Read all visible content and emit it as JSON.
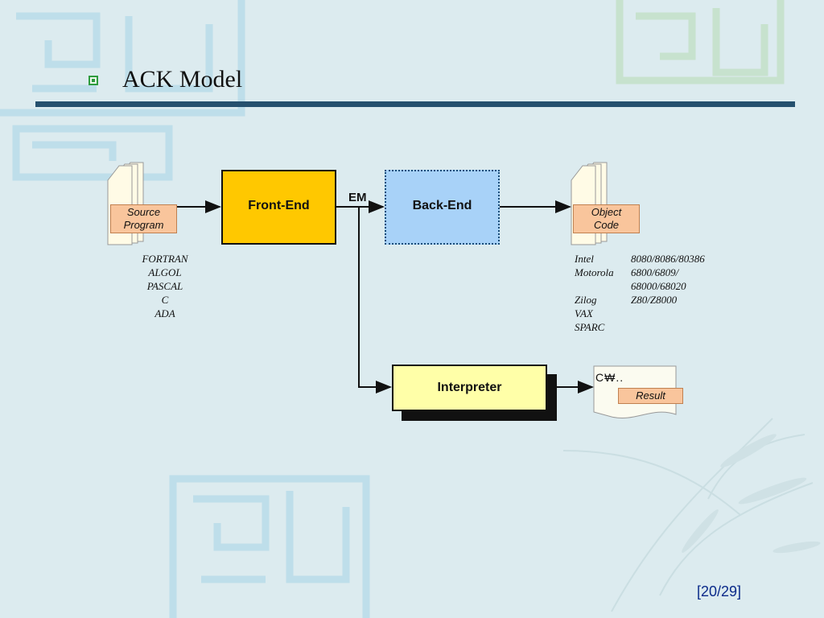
{
  "slide": {
    "title": "ACK Model",
    "page": "[20/29]"
  },
  "boxes": {
    "front_end": "Front-End",
    "back_end": "Back-End",
    "interpreter": "Interpreter"
  },
  "em_label": "EM",
  "source": {
    "line1": "Source",
    "line2": "Program"
  },
  "object": {
    "line1": "Object",
    "line2": "Code"
  },
  "result": {
    "text": "C₩..",
    "label": "Result"
  },
  "languages": [
    "FORTRAN",
    "ALGOL",
    "PASCAL",
    "C",
    "ADA"
  ],
  "targets": [
    {
      "name": "Intel",
      "value": "8080/8086/80386"
    },
    {
      "name": "Motorola",
      "value": "6800/6809/"
    },
    {
      "name": "",
      "value": "68000/68020"
    },
    {
      "name": "Zilog",
      "value": "Z80/Z8000"
    },
    {
      "name": "VAX",
      "value": ""
    },
    {
      "name": "SPARC",
      "value": ""
    }
  ],
  "colors": {
    "front_end": "#ffc800",
    "back_end": "#a8d2f8",
    "interpreter": "#ffffa8",
    "label": "#f9c59c",
    "rule": "#25506e"
  }
}
